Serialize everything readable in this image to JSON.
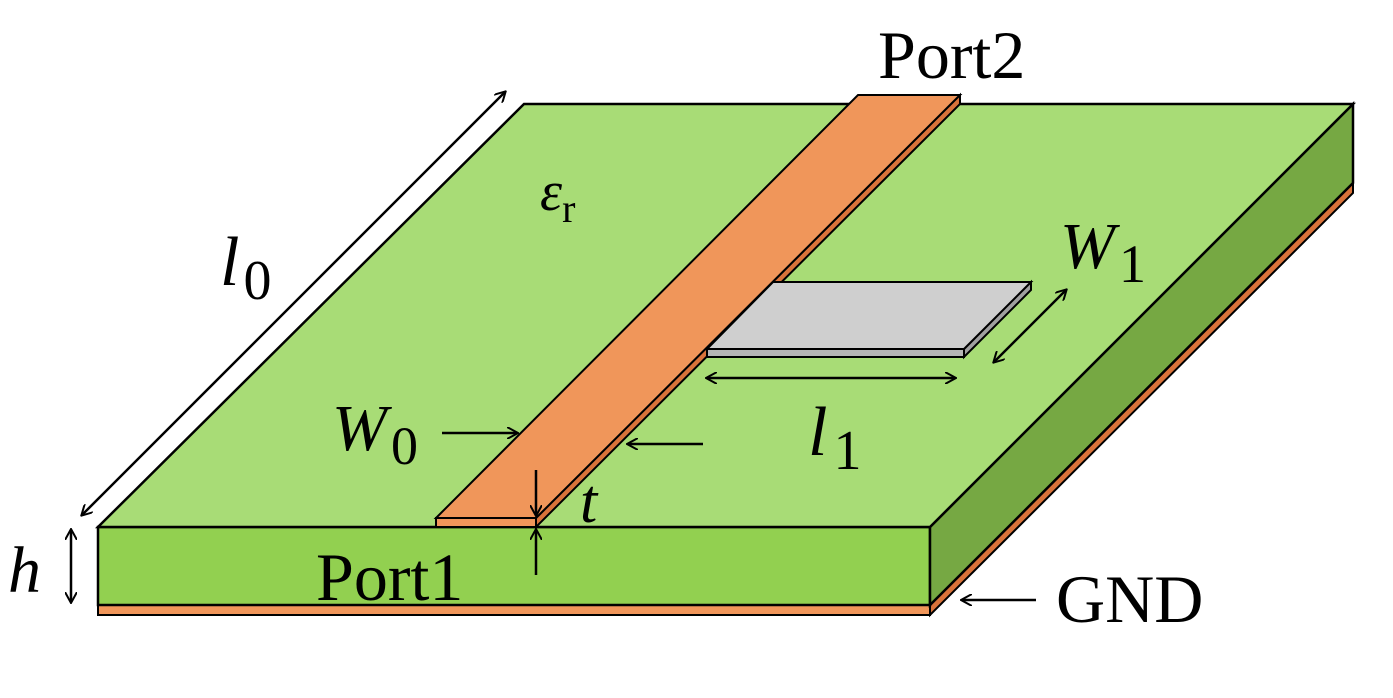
{
  "colors": {
    "substrate_top": "#a8dc76",
    "substrate_front": "#92d050",
    "substrate_side": "#76a843",
    "copper": "#f0965a",
    "copper_dark": "#d9733a",
    "stub": "#cfcfcf",
    "outline": "#000000"
  },
  "labels": {
    "port2": "Port2",
    "port1": "Port1",
    "gnd": "GND",
    "epsilon_symbol": "ε",
    "epsilon_sub": "r",
    "w1_main": "W",
    "w1_sub": "1",
    "l0_main": "l",
    "l0_sub": "0",
    "w0_main": "W",
    "w0_sub": "0",
    "l1_main": "l",
    "l1_sub": "1",
    "t": "t",
    "h": "h"
  }
}
